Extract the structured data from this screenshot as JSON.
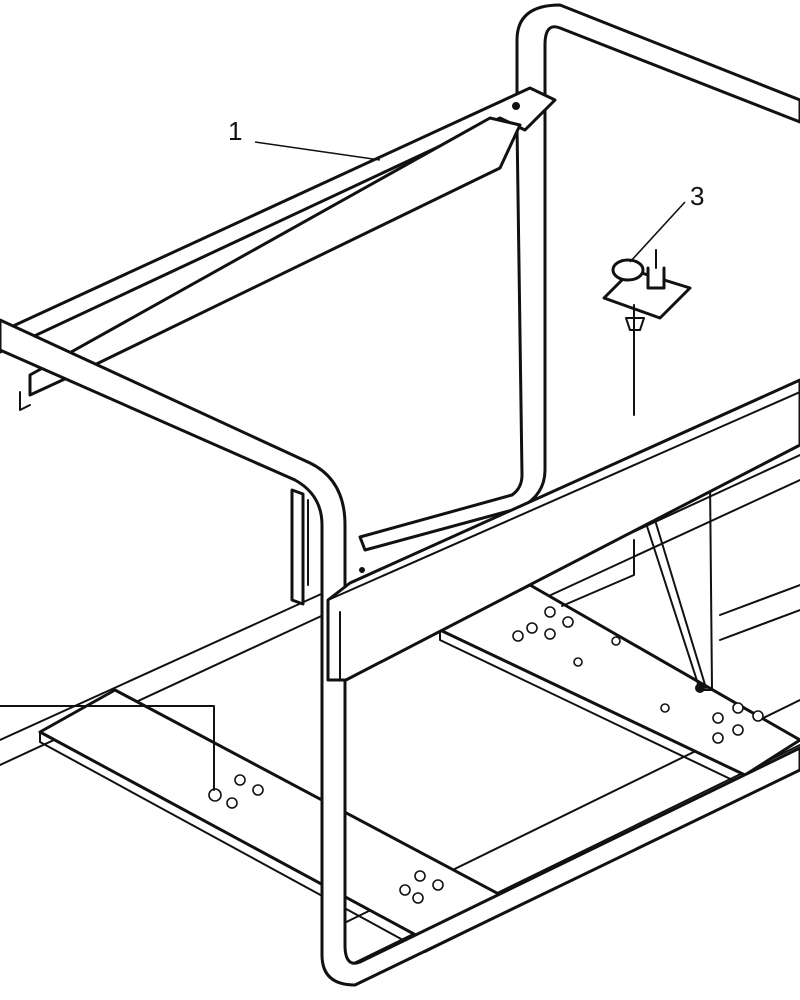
{
  "callouts": [
    {
      "id": "1",
      "label": "1"
    },
    {
      "id": "3",
      "label": "3"
    }
  ],
  "colors": {
    "line": "#111111",
    "background": "#ffffff"
  }
}
